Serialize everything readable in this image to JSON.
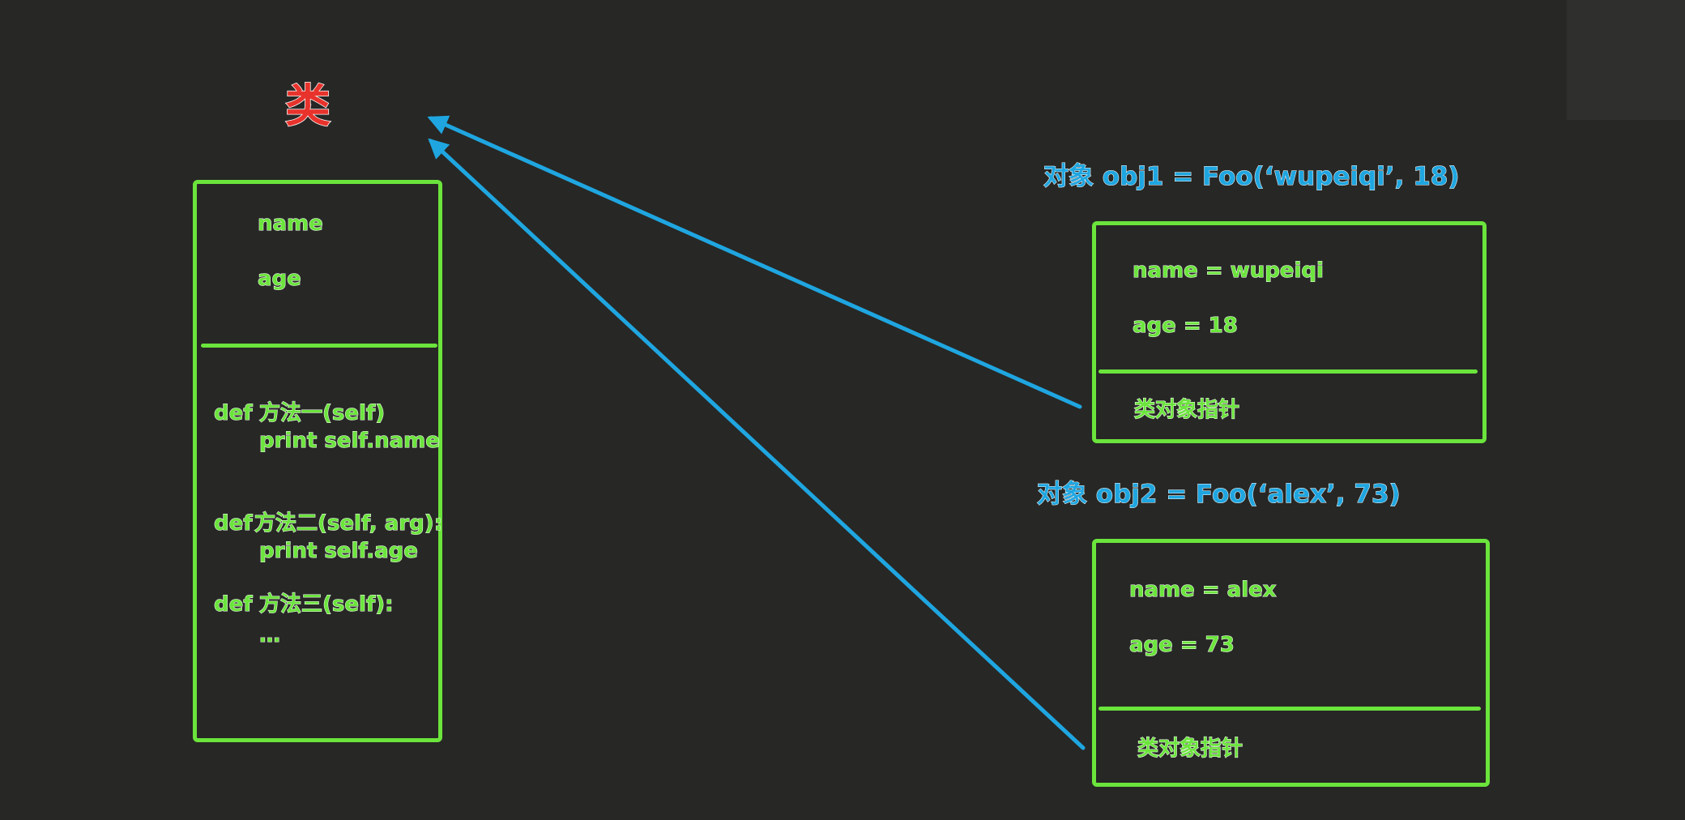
{
  "class_diagram": {
    "title": "类",
    "attributes": [
      "name",
      "age"
    ],
    "methods": [
      {
        "def": "def",
        "signature": "方法一(self)",
        "body": "print self.name"
      },
      {
        "def": "def",
        "signature": "方法二(self, arg):",
        "body": "print self.age"
      },
      {
        "def": "def",
        "signature": "方法三(self):",
        "body": "…"
      }
    ]
  },
  "objects": [
    {
      "heading": "对象 obj1 = Foo(‘wupeiqi’, 18)",
      "fields": [
        "name = wupeiqi",
        "age = 18"
      ],
      "pointer": "类对象指针"
    },
    {
      "heading": "对象 obj2 = Foo(‘alex’, 73)",
      "fields": [
        "name = alex",
        "age = 73"
      ],
      "pointer": "类对象指针"
    }
  ],
  "colors": {
    "background": "#272725",
    "box_border": "#6be43c",
    "green_text": "#6be43c",
    "arrow": "#1fa6e0",
    "object_heading": "#1fa6e0",
    "class_title": "#e8332c"
  }
}
